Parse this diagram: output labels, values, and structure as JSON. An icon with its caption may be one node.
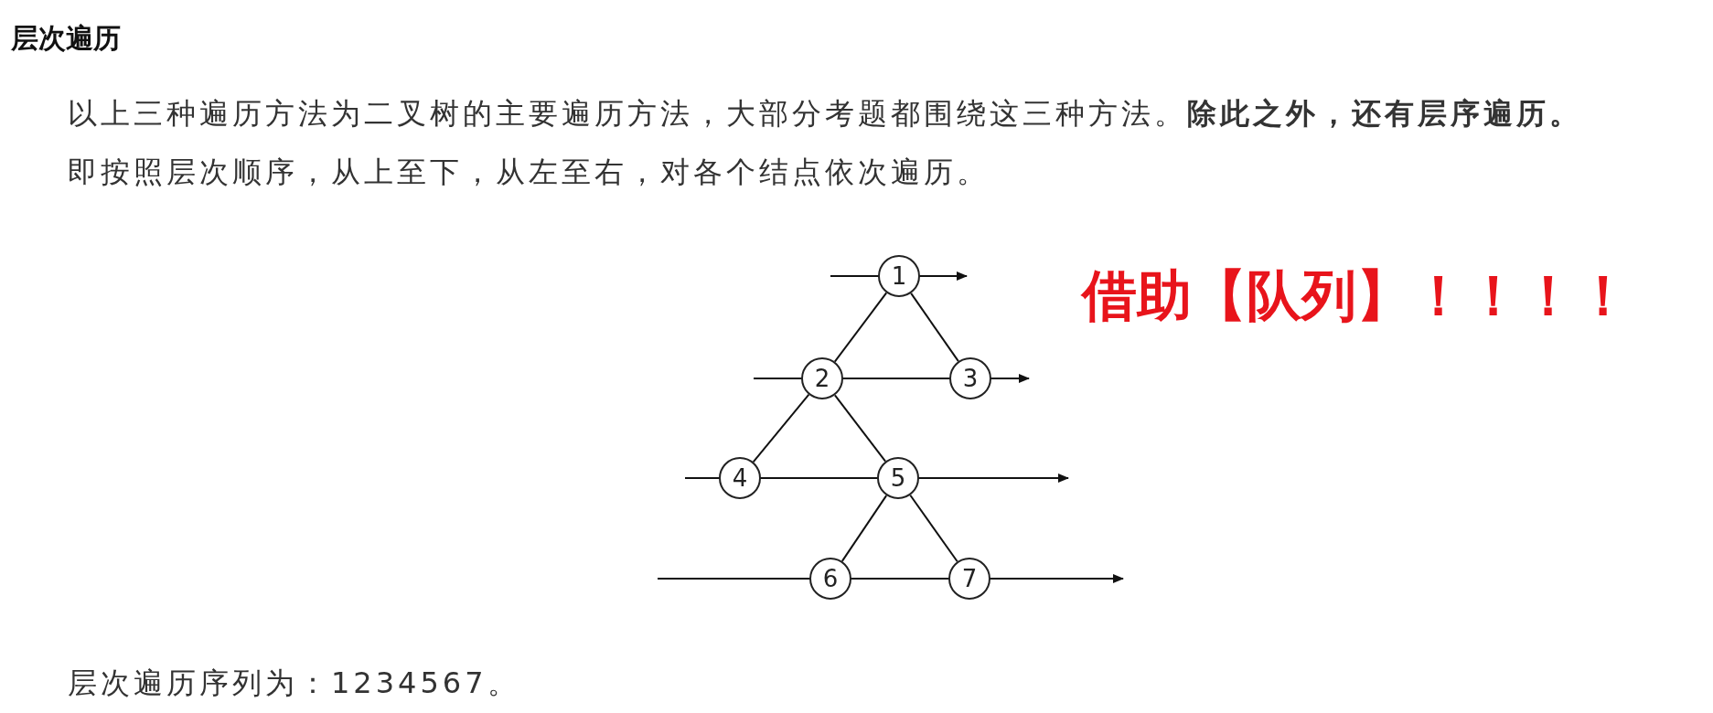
{
  "diagram": {
    "title": "层次遍历",
    "nodes": [
      {
        "text": [
          "1"
        ]
      },
      {
        "text": [
          "2"
        ]
      },
      {
        "text": [
          "3"
        ]
      },
      {
        "text": [
          "4"
        ]
      },
      {
        "text": [
          "5"
        ]
      },
      {
        "text": [
          "6"
        ]
      },
      {
        "text": [
          "7"
        ]
      }
    ],
    "edges": [
      {
        "from": 0,
        "to": 1,
        "arrow": "none"
      },
      {
        "from": 0,
        "to": 2,
        "arrow": "none"
      },
      {
        "from": 1,
        "to": 3,
        "arrow": "none"
      },
      {
        "from": 1,
        "to": 4,
        "arrow": "none"
      },
      {
        "from": 4,
        "to": 5,
        "arrow": "none"
      },
      {
        "from": 4,
        "to": 6,
        "arrow": "none"
      }
    ],
    "labels": [
      "以上三种遍历方法为二叉树的主要遍历方法，大部分考题都围绕这三种方法。**除此之外，还有层序遍历。**",
      "即按照层次顺序，从上至下，从左至右，对各个结点依次遍历。",
      "借助【队列】！！！！",
      "层次遍历序列为：1234567。"
    ]
  }
}
